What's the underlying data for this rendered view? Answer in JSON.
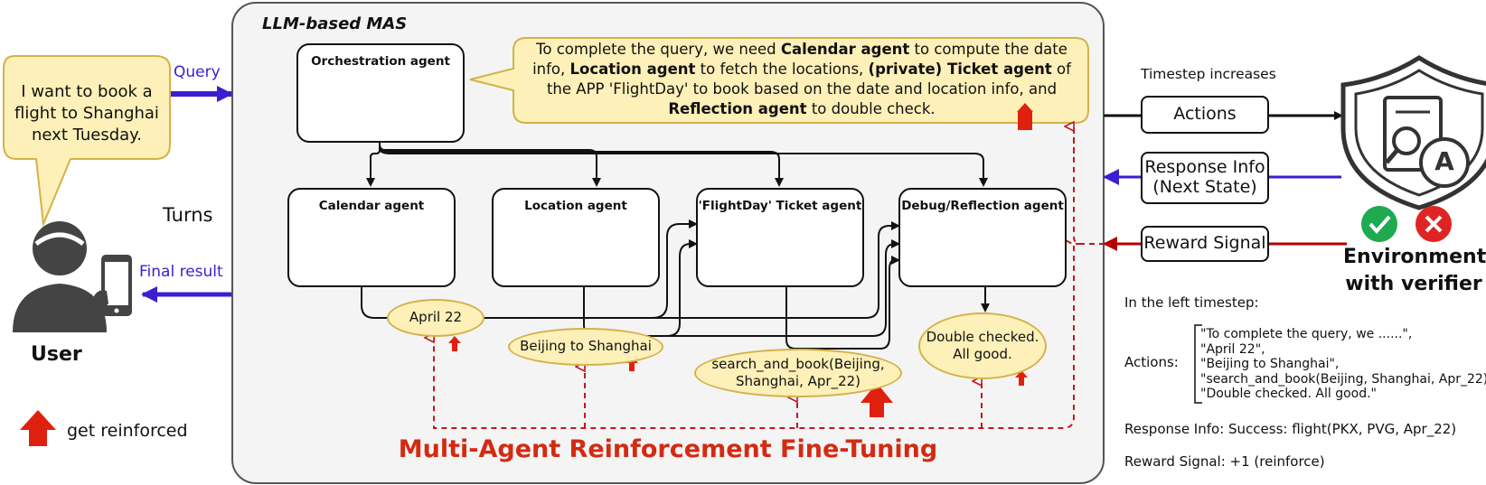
{
  "mas": {
    "title": "LLM-based MAS"
  },
  "user": {
    "speech": "I want to book a flight to Shanghai next Tuesday.",
    "query_label": "Query",
    "turns_label": "Turns",
    "final_label": "Final result",
    "user_label": "User",
    "legend_label": "get reinforced"
  },
  "orchestration": {
    "title": "Orchestration agent",
    "speech": {
      "p1": "To complete the query, we need ",
      "b1": "Calendar agent",
      "p2": " to compute the date info, ",
      "b2": "Location agent",
      "p3": " to fetch the locations, ",
      "b3": "(private) Ticket agent",
      "p4": " of the APP 'FlightDay' to book based on the date and location info, and ",
      "b4": "Reflection agent",
      "p5": " to double check."
    }
  },
  "agents": {
    "calendar": "Calendar agent",
    "location": "Location agent",
    "ticket": "'FlightDay' Ticket agent",
    "reflection": "Debug/Reflection agent"
  },
  "outputs": {
    "date": "April 22",
    "route": "Beijing to Shanghai",
    "book_l1": "search_and_book(Beijing,",
    "book_l2": "Shanghai, Apr_22)",
    "check_l1": "Double checked.",
    "check_l2": "All good."
  },
  "mart_label": "Multi-Agent Reinforcement Fine-Tuning",
  "env": {
    "timestep_label": "Timestep increases",
    "actions_box": "Actions",
    "response_box_l1": "Response Info",
    "response_box_l2": "(Next State)",
    "reward_box": "Reward Signal",
    "env_l1": "Environment",
    "env_l2": "with verifier",
    "badge_letter": "A"
  },
  "detail": {
    "heading": "In the left timestep:",
    "actions_label": "Actions:",
    "actions_list": [
      "\"To complete the query, we ......\",",
      "\"April 22\",",
      "\"Beijing to Shanghai\",",
      "\"search_and_book(Beijing, Shanghai, Apr_22)\",",
      "\"Double checked. All good.\""
    ],
    "response_line": "Response Info: Success: flight(PKX, PVG, Apr_22)",
    "reward_line": "Reward Signal: +1 (reinforce)"
  },
  "colors": {
    "query_arrow": "#3a1fd1",
    "reward_red": "#b30000",
    "mart_red": "#d42a12",
    "bubble_fill": "#fdf0b8",
    "bubble_border": "#d4b24a",
    "panel_fill": "#f4f4f4"
  }
}
